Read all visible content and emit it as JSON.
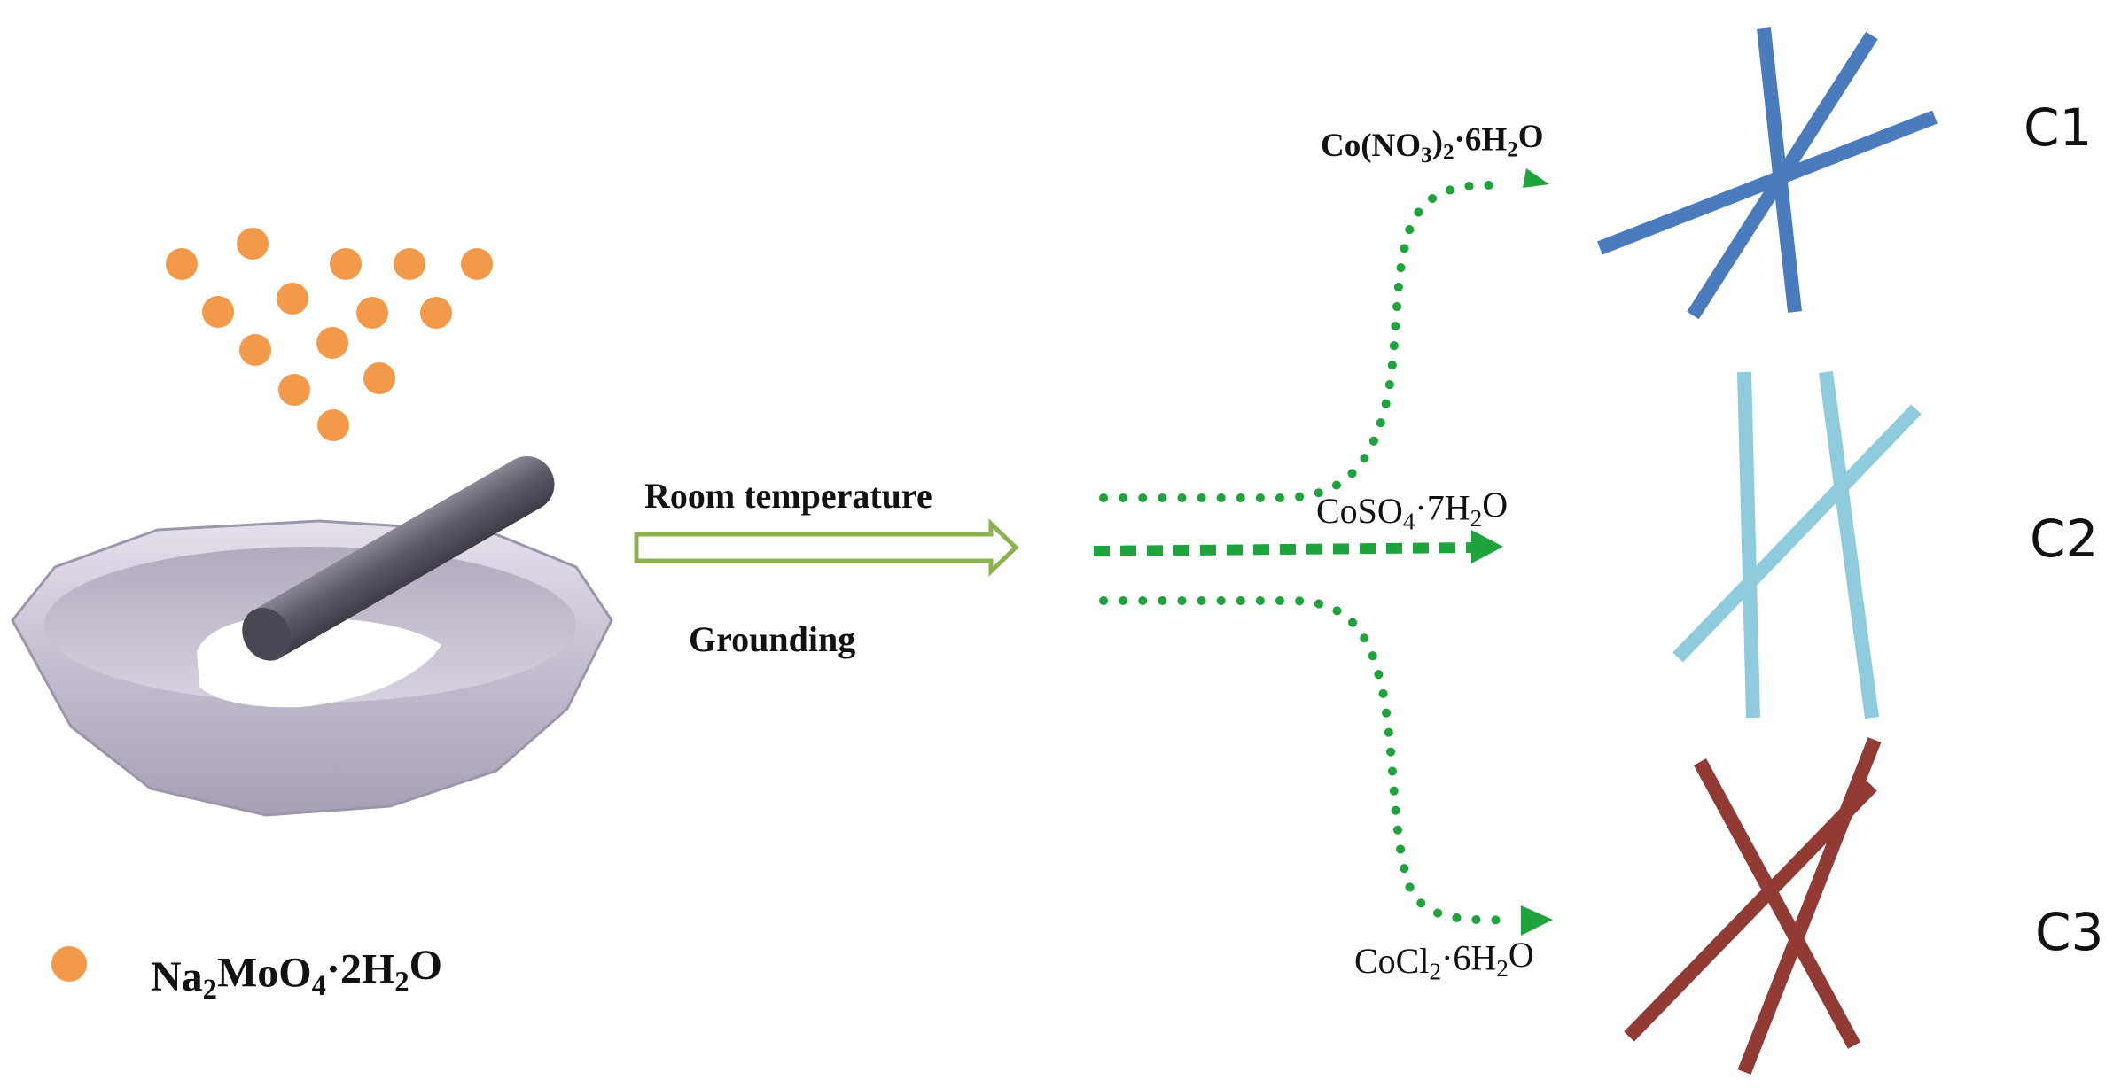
{
  "process": {
    "condition_top": "Room temperature",
    "condition_bottom": "Grounding"
  },
  "legend": {
    "dot_color": "#f39a4a",
    "reagent": {
      "parts": [
        [
          "Na",
          ""
        ],
        [
          "2",
          "sub"
        ],
        [
          "MoO",
          ""
        ],
        [
          "4",
          "sub"
        ],
        [
          "·2H",
          ""
        ],
        [
          "2",
          "sub"
        ],
        [
          "O",
          ""
        ]
      ]
    }
  },
  "branches": [
    {
      "reagent": {
        "parts": [
          [
            "Co(NO",
            ""
          ],
          [
            "3",
            "sub"
          ],
          [
            ")",
            ""
          ],
          [
            "2",
            "sub"
          ],
          [
            "·6H",
            ""
          ],
          [
            "2",
            "sub"
          ],
          [
            "O",
            ""
          ]
        ]
      },
      "product": "C1",
      "color": "#4a7bbd"
    },
    {
      "reagent": {
        "parts": [
          [
            "CoSO",
            ""
          ],
          [
            "4",
            "sub"
          ],
          [
            "·7H",
            ""
          ],
          [
            "2",
            "sub"
          ],
          [
            "O",
            ""
          ]
        ]
      },
      "product": "C2",
      "color": "#8ecbdc"
    },
    {
      "reagent": {
        "parts": [
          [
            "CoCl",
            ""
          ],
          [
            "2",
            "sub"
          ],
          [
            "·6H",
            ""
          ],
          [
            "2",
            "sub"
          ],
          [
            "O",
            ""
          ]
        ]
      },
      "product": "C3",
      "color": "#923a34"
    }
  ],
  "colors": {
    "arrow_outline": "#8cb14f",
    "dotted_path": "#1fa33c",
    "mortar": "#b9b2c3",
    "pestle": "#5e5b68"
  }
}
